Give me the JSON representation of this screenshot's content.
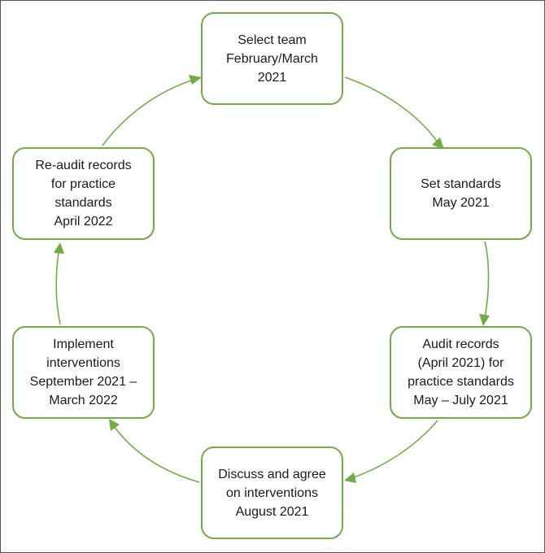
{
  "diagram": {
    "type": "cycle",
    "colors": {
      "border": "#70ad47",
      "arrow": "#70ad47",
      "text": "#1a1a1a"
    },
    "steps": [
      {
        "text": "Select team\nFebruary/March\n2021"
      },
      {
        "text": "Set standards\nMay 2021"
      },
      {
        "text": "Audit records\n(April 2021) for\npractice standards\nMay – July 2021"
      },
      {
        "text": "Discuss and agree\non interventions\nAugust 2021"
      },
      {
        "text": "Implement\ninterventions\nSeptember 2021 –\nMarch 2022"
      },
      {
        "text": "Re-audit records\nfor practice\nstandards\nApril 2022"
      }
    ],
    "edges": [
      {
        "from": 0,
        "to": 1
      },
      {
        "from": 1,
        "to": 2
      },
      {
        "from": 2,
        "to": 3
      },
      {
        "from": 3,
        "to": 4
      },
      {
        "from": 4,
        "to": 5
      },
      {
        "from": 5,
        "to": 0
      }
    ]
  }
}
